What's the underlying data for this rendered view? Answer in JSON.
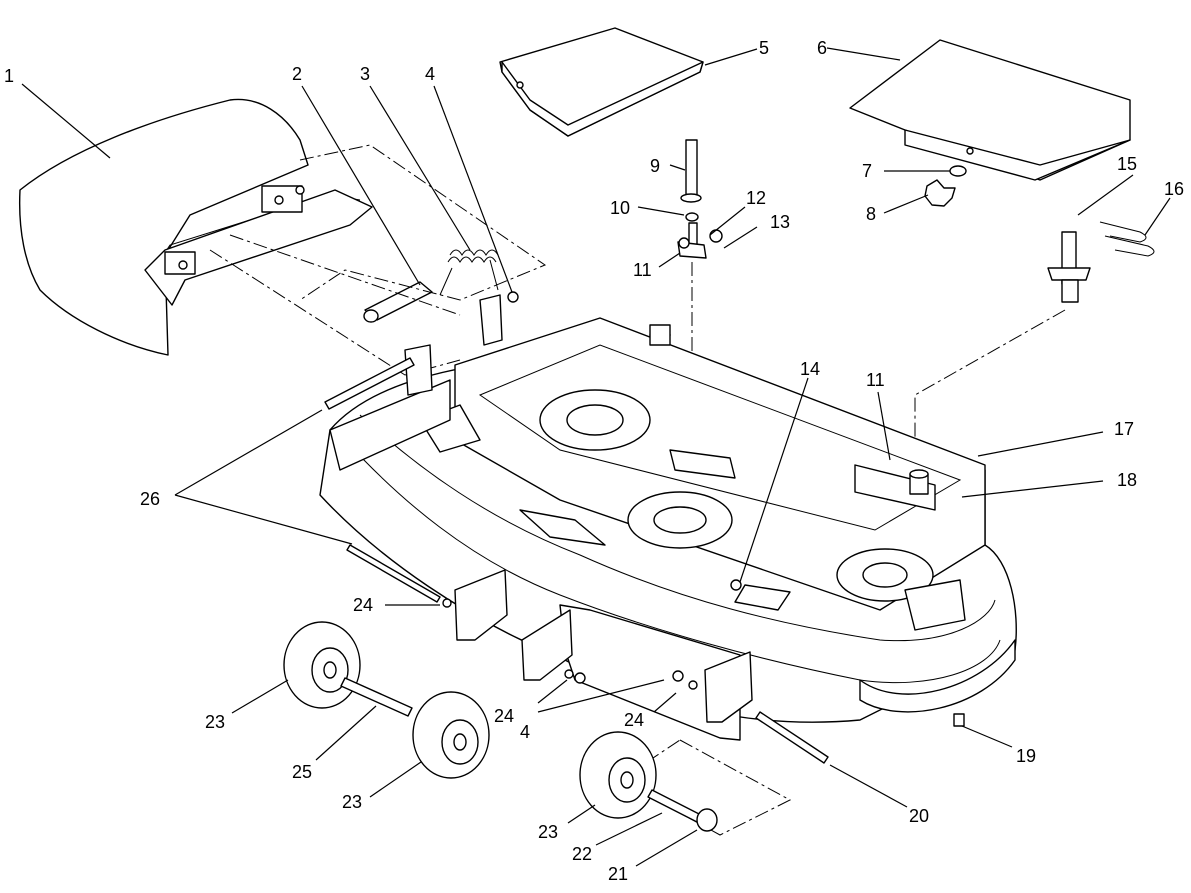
{
  "diagram": {
    "callouts": [
      {
        "id": "c1",
        "label": "1"
      },
      {
        "id": "c2",
        "label": "2"
      },
      {
        "id": "c3",
        "label": "3"
      },
      {
        "id": "c4a",
        "label": "4"
      },
      {
        "id": "c5",
        "label": "5"
      },
      {
        "id": "c6",
        "label": "6"
      },
      {
        "id": "c7",
        "label": "7"
      },
      {
        "id": "c8",
        "label": "8"
      },
      {
        "id": "c9",
        "label": "9"
      },
      {
        "id": "c10",
        "label": "10"
      },
      {
        "id": "c11a",
        "label": "11"
      },
      {
        "id": "c12",
        "label": "12"
      },
      {
        "id": "c13",
        "label": "13"
      },
      {
        "id": "c14",
        "label": "14"
      },
      {
        "id": "c11b",
        "label": "11"
      },
      {
        "id": "c15",
        "label": "15"
      },
      {
        "id": "c16",
        "label": "16"
      },
      {
        "id": "c17",
        "label": "17"
      },
      {
        "id": "c18",
        "label": "18"
      },
      {
        "id": "c26",
        "label": "26"
      },
      {
        "id": "c24a",
        "label": "24"
      },
      {
        "id": "c24b",
        "label": "24"
      },
      {
        "id": "c4b",
        "label": "4"
      },
      {
        "id": "c24c",
        "label": "24"
      },
      {
        "id": "c23a",
        "label": "23"
      },
      {
        "id": "c25",
        "label": "25"
      },
      {
        "id": "c23b",
        "label": "23"
      },
      {
        "id": "c23c",
        "label": "23"
      },
      {
        "id": "c22",
        "label": "22"
      },
      {
        "id": "c21",
        "label": "21"
      },
      {
        "id": "c20",
        "label": "20"
      },
      {
        "id": "c19",
        "label": "19"
      }
    ]
  }
}
